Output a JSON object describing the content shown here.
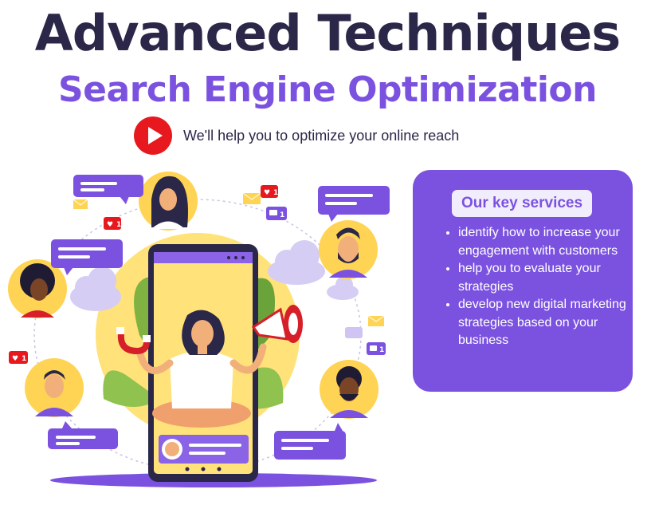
{
  "header": {
    "title": "Advanced Techniques",
    "subtitle": "Search Engine Optimization",
    "tagline": "We'll help you to optimize your online reach"
  },
  "services": {
    "heading": "Our key services",
    "items": [
      "identify how to increase your engagement with customers",
      "help you to evaluate your strategies",
      "develop new digital marketing strategies based on your business"
    ]
  },
  "notifications": {
    "likes": [
      "1",
      "1",
      "1"
    ],
    "comments": [
      "1",
      "1"
    ]
  },
  "colors": {
    "dark": "#2b2748",
    "purple": "#7b52e0",
    "lavender": "#cfc4f3",
    "red": "#e7191f",
    "yellow": "#ffd454"
  },
  "icons": [
    "play-icon",
    "like-icon",
    "comment-icon",
    "mail-icon",
    "megaphone-icon",
    "magnet-icon",
    "cloud-icon"
  ]
}
